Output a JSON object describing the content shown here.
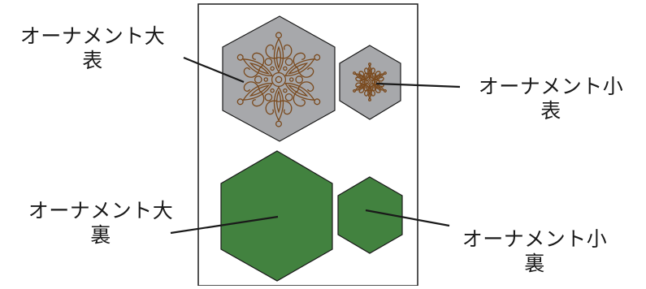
{
  "colors": {
    "sheet_border": "#1a1a1a",
    "front_fill": "#a7a8ab",
    "back_fill": "#42823f",
    "ornament_line": "#7a4a1e",
    "leader_line": "#1a1a1a"
  },
  "labels": {
    "large_front": {
      "line1": "オーナメント大",
      "line2": "表"
    },
    "small_front": {
      "line1": "オーナメント小",
      "line2": "表"
    },
    "large_back": {
      "line1": "オーナメント大",
      "line2": "裏"
    },
    "small_back": {
      "line1": "オーナメント小",
      "line2": "裏"
    }
  },
  "icons": {
    "large_front_ornament": "snowflake-ornament-icon",
    "small_front_ornament": "snowflake-ornament-icon"
  }
}
